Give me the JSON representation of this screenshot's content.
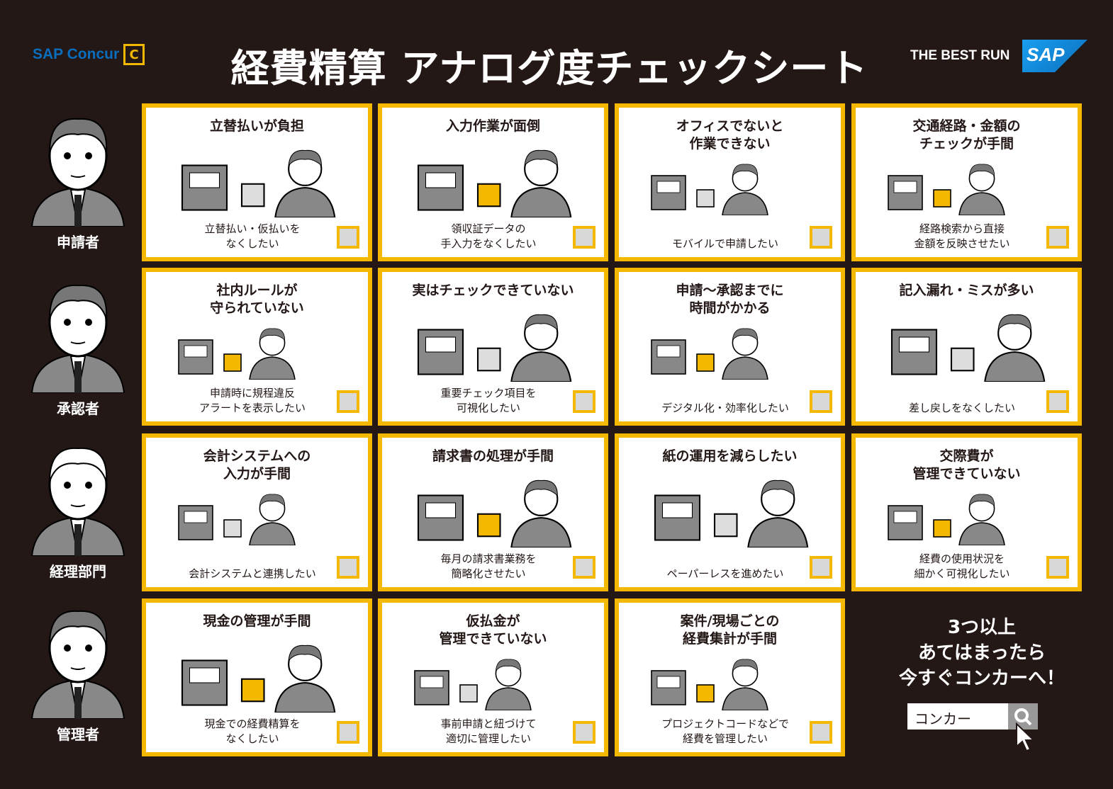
{
  "header": {
    "brand": "SAP Concur",
    "brand_mark": "C",
    "title": "経費精算 アナログ度チェックシート",
    "tagline": "THE BEST RUN",
    "sap_logo": "SAP"
  },
  "colors": {
    "background": "#231816",
    "accent": "#f5b800",
    "brand_blue": "#0a6ebd"
  },
  "roles": [
    {
      "label": "申請者"
    },
    {
      "label": "承認者"
    },
    {
      "label": "経理部門"
    },
    {
      "label": "管理者"
    }
  ],
  "rows": [
    [
      {
        "title": "立替払いが負担",
        "caption": "立替払い・仮払いを\nなくしたい"
      },
      {
        "title": "入力作業が面倒",
        "caption": "領収証データの\n手入力をなくしたい"
      },
      {
        "title": "オフィスでないと\n作業できない",
        "caption": "モバイルで申請したい"
      },
      {
        "title": "交通経路・金額の\nチェックが手間",
        "caption": "経路検索から直接\n金額を反映させたい"
      }
    ],
    [
      {
        "title": "社内ルールが\n守られていない",
        "caption": "申請時に規程違反\nアラートを表示したい"
      },
      {
        "title": "実はチェックできていない",
        "caption": "重要チェック項目を\n可視化したい"
      },
      {
        "title": "申請〜承認までに\n時間がかかる",
        "caption": "デジタル化・効率化したい"
      },
      {
        "title": "記入漏れ・ミスが多い",
        "caption": "差し戻しをなくしたい"
      }
    ],
    [
      {
        "title": "会計システムへの\n入力が手間",
        "caption": "会計システムと連携したい"
      },
      {
        "title": "請求書の処理が手間",
        "caption": "毎月の請求書業務を\n簡略化させたい"
      },
      {
        "title": "紙の運用を減らしたい",
        "caption": "ペーパーレスを進めたい"
      },
      {
        "title": "交際費が\n管理できていない",
        "caption": "経費の使用状況を\n細かく可視化したい"
      }
    ],
    [
      {
        "title": "現金の管理が手間",
        "caption": "現金での経費精算を\nなくしたい"
      },
      {
        "title": "仮払金が\n管理できていない",
        "caption": "事前申請と紐づけて\n適切に管理したい"
      },
      {
        "title": "案件/現場ごとの\n経費集計が手間",
        "caption": "プロジェクトコードなどで\n経費を管理したい"
      }
    ]
  ],
  "cta": {
    "text": "3つ以上\nあてはまったら\n今すぐコンカーへ！",
    "search_value": "コンカー"
  }
}
